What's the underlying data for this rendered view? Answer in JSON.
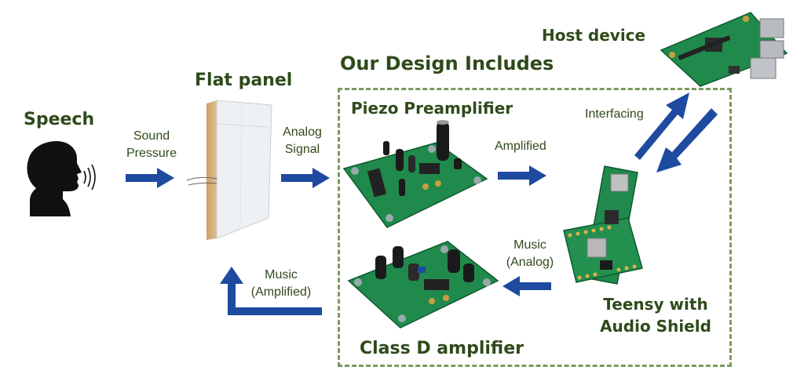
{
  "titles": {
    "speech": "Speech",
    "flat_panel": "Flat panel",
    "design": "Our Design Includes",
    "preamp": "Piezo Preamplifier",
    "host": "Host device",
    "teensy_line1": "Teensy with",
    "teensy_line2": "Audio Shield",
    "class_d": "Class D amplifier"
  },
  "labels": {
    "sound_line1": "Sound",
    "sound_line2": "Pressure",
    "analog_line1": "Analog",
    "analog_line2": "Signal",
    "amplified": "Amplified",
    "interfacing": "Interfacing",
    "music_analog_line1": "Music",
    "music_analog_line2": "(Analog)",
    "music_amp_line1": "Music",
    "music_amp_line2": "(Amplified)"
  },
  "colors": {
    "arrow": "#1e4aa0",
    "title": "#2f4a1b",
    "dashed_border": "#7a9a5a",
    "pcb": "#1f8a4c"
  },
  "icons": [
    "head-silhouette-icon",
    "sound-waves-icon",
    "flat-panel-image",
    "preamp-board-image",
    "raspberry-pi-image",
    "teensy-board-image",
    "class-d-board-image"
  ]
}
